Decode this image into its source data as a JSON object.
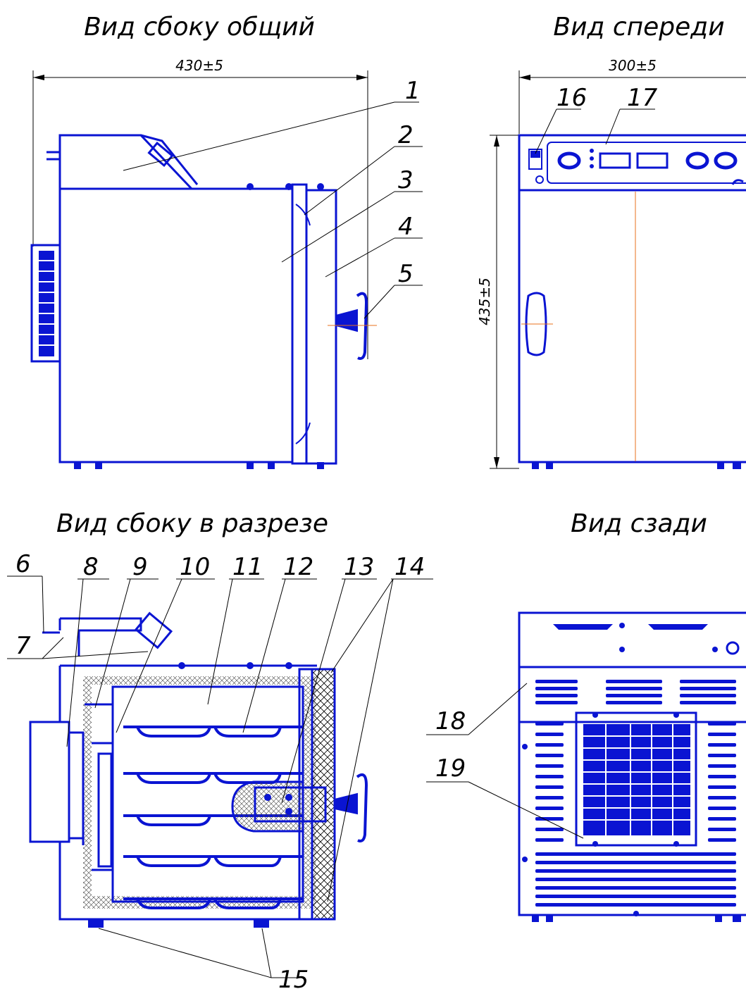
{
  "views": {
    "side_general": {
      "title": "Вид сбоку общий",
      "dimension": "430±5"
    },
    "front": {
      "title": "Вид спереди",
      "dimension_width": "300±5",
      "dimension_height": "435±5"
    },
    "side_section": {
      "title": "Вид сбоку в разрезе"
    },
    "rear": {
      "title": "Вид сзади"
    }
  },
  "callouts": [
    "1",
    "2",
    "3",
    "4",
    "5",
    "6",
    "7",
    "8",
    "9",
    "10",
    "11",
    "12",
    "13",
    "14",
    "15",
    "16",
    "17",
    "18",
    "19"
  ],
  "colors": {
    "drawing": "#0a14d2",
    "leader": "#000000",
    "centerline": "#e8711e"
  }
}
